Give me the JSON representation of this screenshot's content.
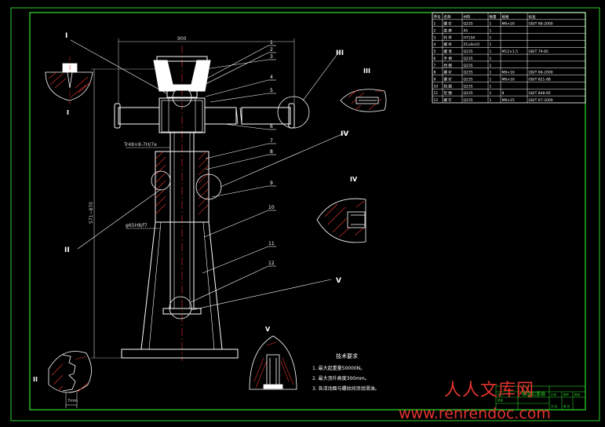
{
  "drawing": {
    "colors": {
      "background": "#000000",
      "frame": "#2bd12b",
      "linework": "#ffffff",
      "hatch": "#e3342f",
      "leader": "#ffffff",
      "dim": "#d8d8d8",
      "watermark": "#e3342f"
    },
    "dimensions": {
      "width_top": "900",
      "thread": "Tr48×8-7H/7e",
      "fit": "φ65H8/f7",
      "height_range": "571~870",
      "small_dim": "7mm"
    },
    "section_labels": [
      "I",
      "II",
      "III",
      "IV",
      "V"
    ],
    "part_numbers": [
      "1",
      "2",
      "3",
      "4",
      "5",
      "6",
      "7",
      "8",
      "9",
      "10",
      "11",
      "12"
    ],
    "bom": {
      "header": [
        "序号",
        "名称",
        "材料",
        "数量",
        "规格",
        "标准"
      ],
      "rows": [
        [
          "12",
          "螺 钉",
          "Q235",
          "1",
          "M8×25",
          "GB/T 67-2000"
        ],
        [
          "11",
          "垫 圈",
          "Q235",
          "1",
          "8",
          "GB/T 848-85"
        ],
        [
          "10",
          "挡 圈",
          "Q235",
          "1",
          "",
          ""
        ],
        [
          "9",
          "螺 钉",
          "Q235",
          "1",
          "M6×16",
          "GB/T 821-88"
        ],
        [
          "8",
          "螺 钉",
          "Q235",
          "1",
          "M8×16",
          "GB/T 68-2000"
        ],
        [
          "7",
          "挡 圈",
          "Q235",
          "1",
          "",
          ""
        ],
        [
          "6",
          "手 柄",
          "Q235",
          "1",
          "",
          ""
        ],
        [
          "5",
          "螺 母",
          "Q235",
          "1",
          "M12×1.5",
          "GB/T 79-85"
        ],
        [
          "4",
          "螺 杆",
          "ZCuSn10",
          "1",
          "",
          ""
        ],
        [
          "3",
          "托 杯",
          "HT150",
          "1",
          "",
          ""
        ],
        [
          "2",
          "底 座",
          "45",
          "1",
          "",
          ""
        ],
        [
          "1",
          "螺 钉",
          "Q235",
          "1",
          "M6×20",
          "GB/T 68-2000"
        ]
      ]
    },
    "tech_requirements": {
      "title": "技术要求",
      "items": [
        "1. 最大起重量50000N。",
        "2. 最大顶升高度300mm。",
        "3. 各活动面与螺纹间涂润滑油。"
      ]
    },
    "title_block": {
      "name": "螺旋起重器",
      "fields": [
        "比例",
        "图号",
        "数量",
        "材料",
        "重量",
        "共 张",
        "第 张"
      ]
    },
    "watermark": {
      "line1": "人人文库网",
      "line2": "www.renrendoc.com"
    }
  }
}
